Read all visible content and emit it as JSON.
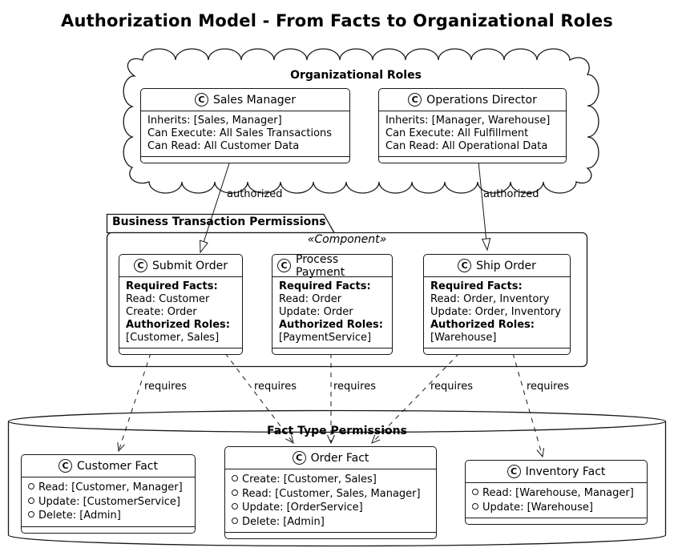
{
  "title": "Authorization Model - From Facts to Organizational Roles",
  "icons": {
    "class_letter": "C"
  },
  "cloud": {
    "label": "Organizational Roles",
    "classes": [
      {
        "name": "Sales Manager",
        "lines": [
          "Inherits: [Sales, Manager]",
          "Can Execute: All Sales Transactions",
          "Can Read: All Customer Data"
        ]
      },
      {
        "name": "Operations Director",
        "lines": [
          "Inherits: [Manager, Warehouse]",
          "Can Execute: All Fulfillment",
          "Can Read: All Operational Data"
        ]
      }
    ]
  },
  "package": {
    "label": "Business Transaction Permissions",
    "stereotype": "«Component»",
    "classes": [
      {
        "name": "Submit Order",
        "lines": [
          "Required Facts:",
          "Read: Customer",
          "Create: Order",
          "Authorized Roles:",
          "[Customer, Sales]"
        ]
      },
      {
        "name": "Process Payment",
        "lines": [
          "Required Facts:",
          "Read: Order",
          "Update: Order",
          "Authorized Roles:",
          "[PaymentService]"
        ]
      },
      {
        "name": "Ship Order",
        "lines": [
          "Required Facts:",
          "Read: Order, Inventory",
          "Update: Order, Inventory",
          "Authorized Roles:",
          "[Warehouse]"
        ]
      }
    ]
  },
  "database": {
    "label": "Fact Type Permissions",
    "classes": [
      {
        "name": "Customer Fact",
        "fields": [
          "Read: [Customer, Manager]",
          "Update: [CustomerService]",
          "Delete: [Admin]"
        ]
      },
      {
        "name": "Order Fact",
        "fields": [
          "Create: [Customer, Sales]",
          "Read: [Customer, Sales, Manager]",
          "Update: [OrderService]",
          "Delete: [Admin]"
        ]
      },
      {
        "name": "Inventory Fact",
        "fields": [
          "Read: [Warehouse, Manager]",
          "Update: [Warehouse]"
        ]
      }
    ]
  },
  "edges": {
    "authorized": [
      "authorized",
      "authorized"
    ],
    "requires": [
      "requires",
      "requires",
      "requires",
      "requires",
      "requires"
    ]
  }
}
